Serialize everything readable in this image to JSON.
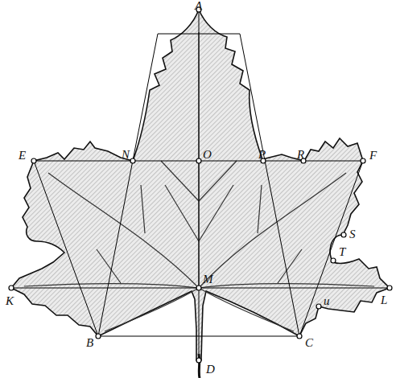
{
  "diagram": {
    "labels": [
      "A",
      "E",
      "N",
      "O",
      "P",
      "R",
      "F",
      "S",
      "T",
      "K",
      "M",
      "L",
      "u",
      "B",
      "D",
      "C"
    ]
  }
}
